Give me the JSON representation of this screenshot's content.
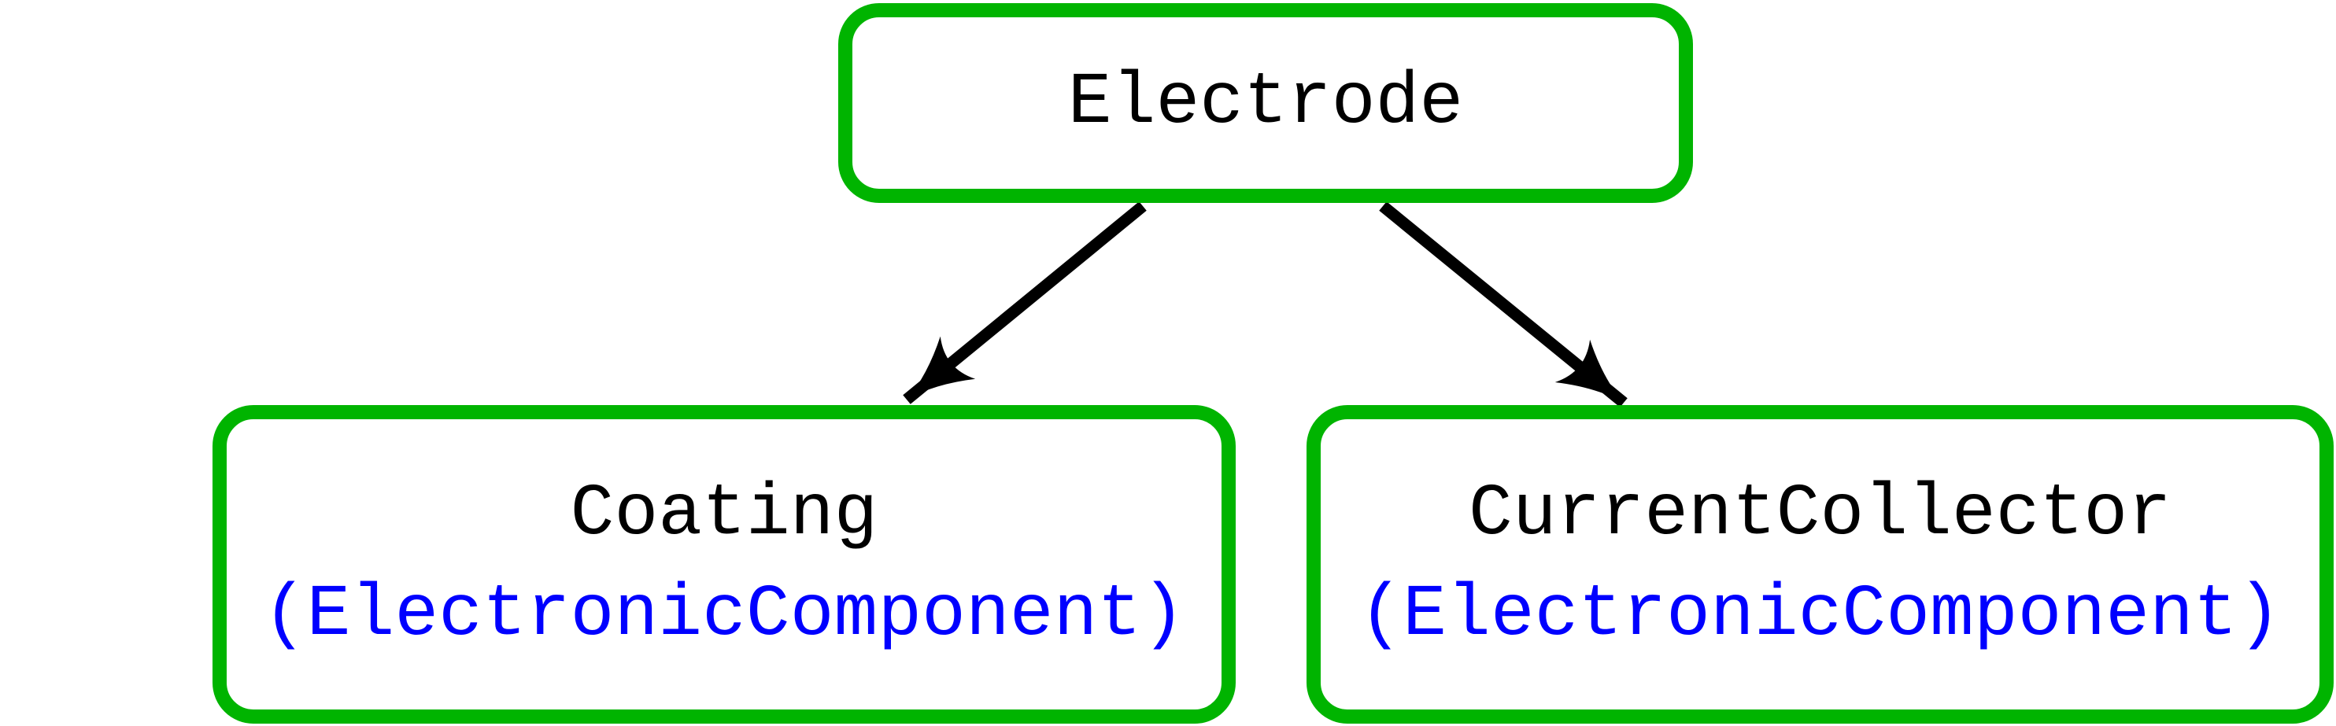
{
  "diagram": {
    "type": "class-hierarchy-graph",
    "background": "#ffffff",
    "colors": {
      "node-border": "#00b400",
      "node-fill": "#ffffff",
      "label-text": "#000000",
      "annotation-text": "#0000ff",
      "edge": "#000000"
    },
    "nodes": [
      {
        "id": "electrode",
        "label": "Electrode",
        "annotation": ""
      },
      {
        "id": "coating",
        "label": "Coating",
        "annotation": "(ElectronicComponent)"
      },
      {
        "id": "current-collector",
        "label": "CurrentCollector",
        "annotation": "(ElectronicComponent)"
      }
    ],
    "edges": [
      {
        "from": "Electrode",
        "to": "Coating"
      },
      {
        "from": "Electrode",
        "to": "CurrentCollector"
      }
    ]
  }
}
